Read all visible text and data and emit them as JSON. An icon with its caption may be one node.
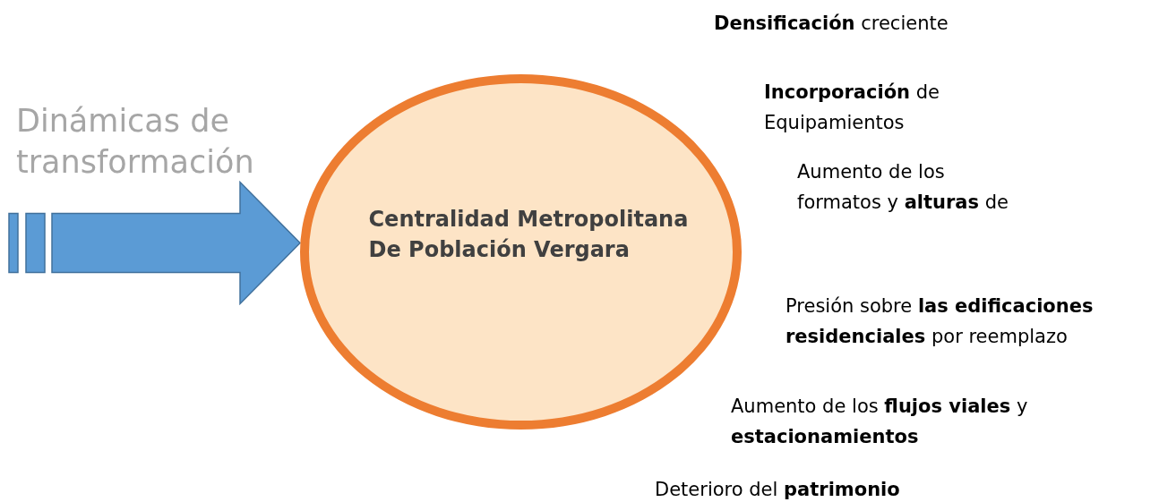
{
  "diagram": {
    "nodes": [
      {
        "text": [
          "Dinámicas de transformación"
        ]
      },
      {
        "text": [
          "Centralidad Metropolitana De Población Vergara"
        ]
      }
    ],
    "edges": [
      {
        "from": 0,
        "to": 1,
        "arrow": "to"
      }
    ],
    "labels": [
      "**Densificación** creciente",
      "**Incorporación** de Equipamientos",
      "Aumento de los formatos y **alturas** de",
      "Presión sobre **las edificaciones residenciales** por reemplazo",
      "Aumento de los **flujos viales** y **estacionamientos**",
      "Deterioro del **patrimonio**"
    ]
  }
}
